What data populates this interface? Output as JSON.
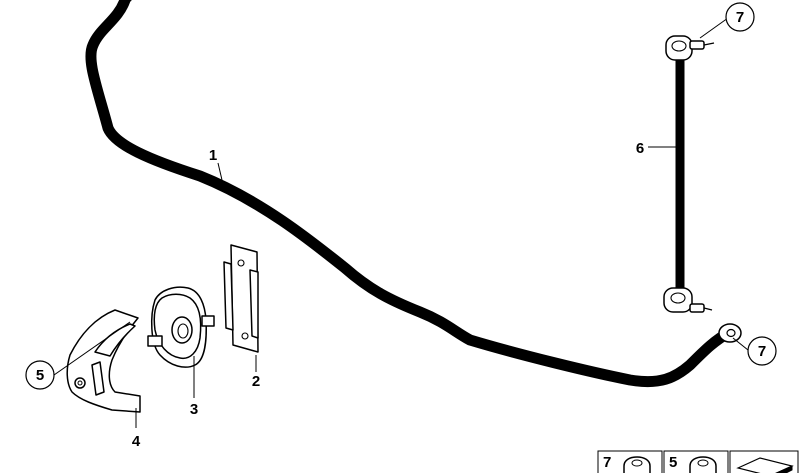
{
  "callouts": {
    "c1": "1",
    "c2": "2",
    "c3": "3",
    "c4": "4",
    "c5": "5",
    "c6": "6",
    "c7_top": "7",
    "c7_bottom": "7"
  },
  "thumbnails": {
    "t1": "7",
    "t2": "5"
  }
}
